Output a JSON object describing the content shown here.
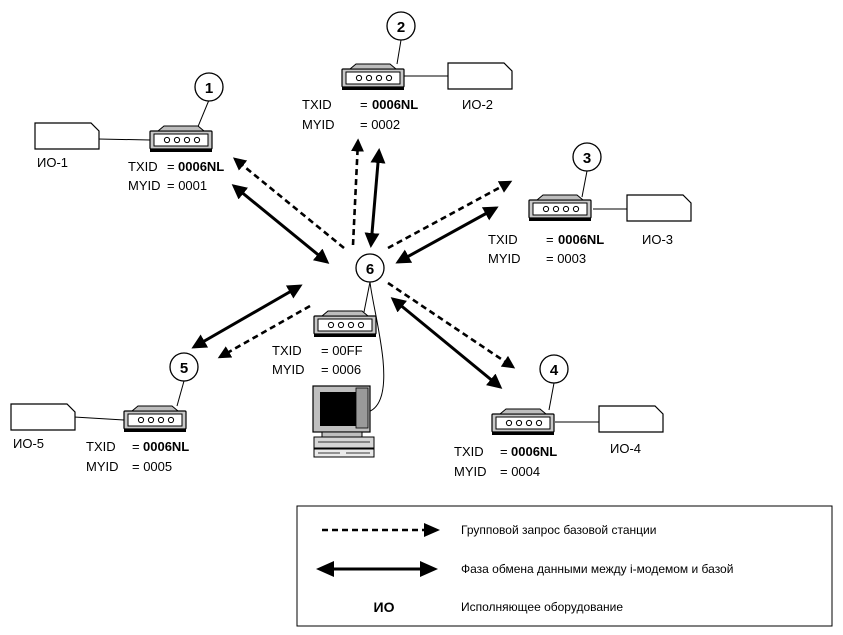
{
  "nodes": [
    {
      "id": "1",
      "device": "ИО-1",
      "txid_key": "TXID",
      "txid_eq": "=",
      "txid_value": "0006NL",
      "myid_key": "MYID",
      "myid_value": "= 0001"
    },
    {
      "id": "2",
      "device": "ИО-2",
      "txid_key": "TXID",
      "txid_eq": "=",
      "txid_value": "0006NL",
      "myid_key": "MYID",
      "myid_value": "= 0002"
    },
    {
      "id": "3",
      "device": "ИО-3",
      "txid_key": "TXID",
      "txid_eq": "=",
      "txid_value": "0006NL",
      "myid_key": "MYID",
      "myid_value": "= 0003"
    },
    {
      "id": "4",
      "device": "ИО-4",
      "txid_key": "TXID",
      "txid_eq": "=",
      "txid_value": "0006NL",
      "myid_key": "MYID",
      "myid_value": "= 0004"
    },
    {
      "id": "5",
      "device": "ИО-5",
      "txid_key": "TXID",
      "txid_eq": "=",
      "txid_value": "0006NL",
      "myid_key": "MYID",
      "myid_value": "= 0005"
    }
  ],
  "base": {
    "id": "6",
    "txid_key": "TXID",
    "txid_value": "= 00FF",
    "myid_key": "MYID",
    "myid_value": "= 0006"
  },
  "legend": {
    "dashed": "Групповой запрос базовой станции",
    "solid": "Фаза обмена данными между i-модемом и базой",
    "io_abbr": "ИО",
    "io": "Исполняющее оборудование"
  }
}
